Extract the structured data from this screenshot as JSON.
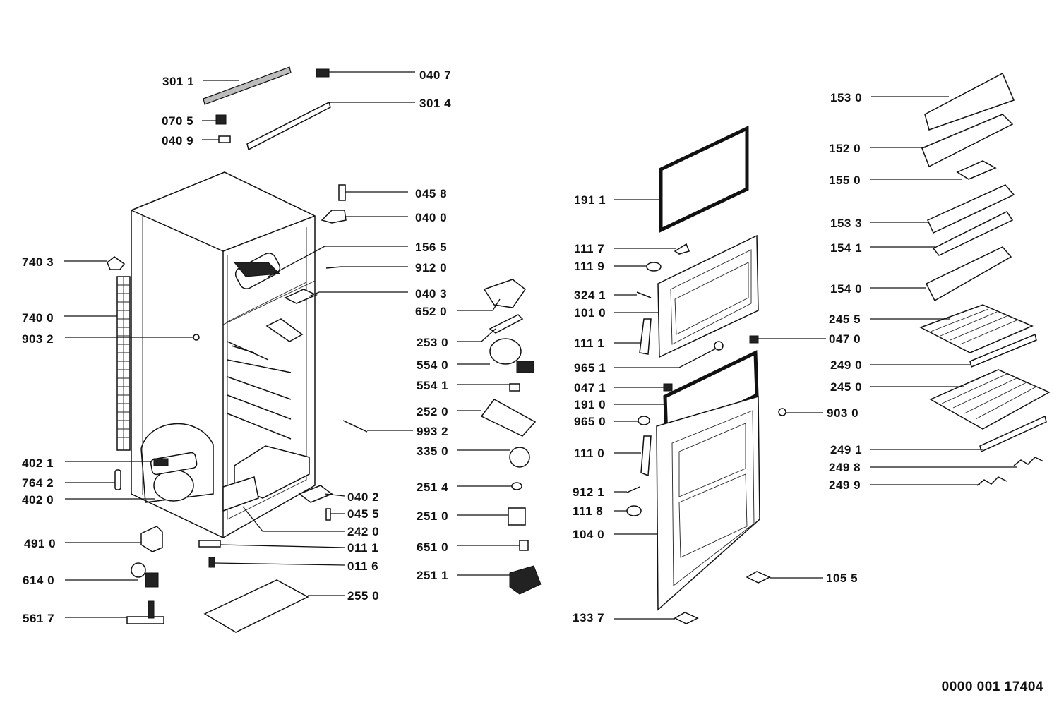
{
  "diagram": {
    "document_number": "0000 001 17404",
    "callouts": [
      {
        "id": "p3011",
        "label": "301 1"
      },
      {
        "id": "p0407",
        "label": "040 7"
      },
      {
        "id": "p3014",
        "label": "301 4"
      },
      {
        "id": "p0705",
        "label": "070 5"
      },
      {
        "id": "p0409",
        "label": "040 9"
      },
      {
        "id": "p0458",
        "label": "045 8"
      },
      {
        "id": "p0400",
        "label": "040 0"
      },
      {
        "id": "p1565",
        "label": "156 5"
      },
      {
        "id": "p9120",
        "label": "912 0"
      },
      {
        "id": "p0403",
        "label": "040 3"
      },
      {
        "id": "p6520",
        "label": "652 0"
      },
      {
        "id": "p7403",
        "label": "740 3"
      },
      {
        "id": "p7400",
        "label": "740 0"
      },
      {
        "id": "p9032",
        "label": "903 2"
      },
      {
        "id": "p2530",
        "label": "253 0"
      },
      {
        "id": "p5540",
        "label": "554 0"
      },
      {
        "id": "p5541",
        "label": "554 1"
      },
      {
        "id": "p2520",
        "label": "252 0"
      },
      {
        "id": "p9932",
        "label": "993 2"
      },
      {
        "id": "p3350",
        "label": "335 0"
      },
      {
        "id": "p4021",
        "label": "402 1"
      },
      {
        "id": "p7642",
        "label": "764 2"
      },
      {
        "id": "p4020",
        "label": "402 0"
      },
      {
        "id": "p2514",
        "label": "251 4"
      },
      {
        "id": "p0402",
        "label": "040 2"
      },
      {
        "id": "p0455",
        "label": "045 5"
      },
      {
        "id": "p2420",
        "label": "242 0"
      },
      {
        "id": "p2510",
        "label": "251 0"
      },
      {
        "id": "p4910",
        "label": "491 0"
      },
      {
        "id": "p0111",
        "label": "011 1"
      },
      {
        "id": "p6510",
        "label": "651 0"
      },
      {
        "id": "p0116",
        "label": "011 6"
      },
      {
        "id": "p6140",
        "label": "614 0"
      },
      {
        "id": "p2511",
        "label": "251 1"
      },
      {
        "id": "p2550",
        "label": "255 0"
      },
      {
        "id": "p5617",
        "label": "561 7"
      },
      {
        "id": "p1911",
        "label": "191 1"
      },
      {
        "id": "p1117",
        "label": "111 7"
      },
      {
        "id": "p1119",
        "label": "111 9"
      },
      {
        "id": "p3241",
        "label": "324 1"
      },
      {
        "id": "p1010",
        "label": "101 0"
      },
      {
        "id": "p1111",
        "label": "111 1"
      },
      {
        "id": "p9651",
        "label": "965 1"
      },
      {
        "id": "p0471",
        "label": "047 1"
      },
      {
        "id": "p1910",
        "label": "191 0"
      },
      {
        "id": "p9650",
        "label": "965 0"
      },
      {
        "id": "p1110",
        "label": "111 0"
      },
      {
        "id": "p9121",
        "label": "912 1"
      },
      {
        "id": "p1118",
        "label": "111 8"
      },
      {
        "id": "p1040",
        "label": "104 0"
      },
      {
        "id": "p1337",
        "label": "133 7"
      },
      {
        "id": "p1530",
        "label": "153 0"
      },
      {
        "id": "p1520",
        "label": "152 0"
      },
      {
        "id": "p1550",
        "label": "155 0"
      },
      {
        "id": "p1533",
        "label": "153 3"
      },
      {
        "id": "p1541",
        "label": "154 1"
      },
      {
        "id": "p1540",
        "label": "154 0"
      },
      {
        "id": "p2455",
        "label": "245 5"
      },
      {
        "id": "p0470",
        "label": "047 0"
      },
      {
        "id": "p2490",
        "label": "249 0"
      },
      {
        "id": "p2450",
        "label": "245 0"
      },
      {
        "id": "p9030",
        "label": "903 0"
      },
      {
        "id": "p2491",
        "label": "249 1"
      },
      {
        "id": "p2498",
        "label": "249 8"
      },
      {
        "id": "p2499",
        "label": "249 9"
      },
      {
        "id": "p1055",
        "label": "105 5"
      }
    ]
  }
}
